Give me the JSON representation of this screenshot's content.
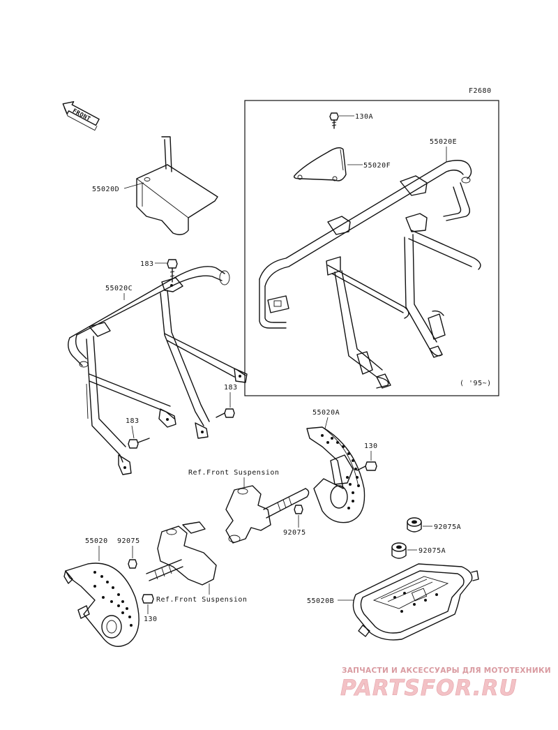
{
  "diagram": {
    "figure_code": "F2680",
    "front_label": "FRONT",
    "year_note": "( '95~)",
    "labels": {
      "p130A": "130A",
      "p55020F": "55020F",
      "p55020E": "55020E",
      "p55020D_cover": "55020D",
      "p183_top": "183",
      "p55020C": "55020C",
      "p183_mid": "183",
      "p183_low": "183",
      "p55020A": "55020A",
      "p130_right": "130",
      "ref_front_susp_1": "Ref.Front Suspension",
      "p92075_mid": "92075",
      "p92075A_top": "92075A",
      "p92075A_low": "92075A",
      "p55020": "55020",
      "p92075_left": "92075",
      "ref_front_susp_2": "Ref.Front Suspension",
      "p130_left": "130",
      "p55020B": "55020B"
    }
  },
  "watermark": {
    "tagline": "ЗАПЧАСТИ И АКСЕССУАРЫ ДЛЯ МОТОТЕХНИКИ",
    "brand": "PARTSFOR.RU",
    "color": "#e8a0a6"
  }
}
